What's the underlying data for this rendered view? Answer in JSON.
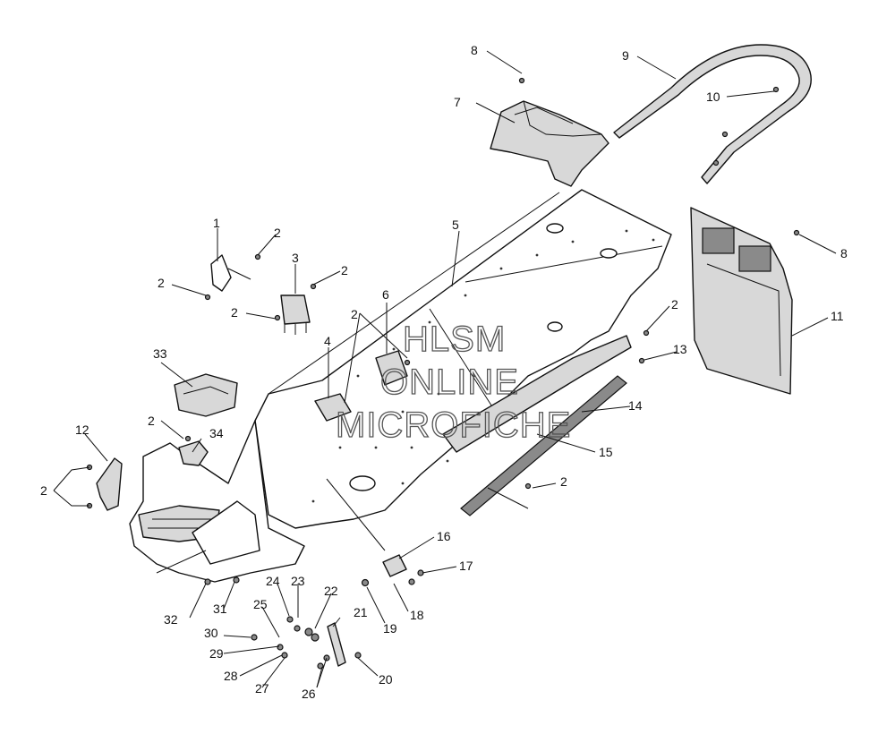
{
  "watermark": {
    "line1": "HLSM",
    "line2": "ONLINE",
    "line3": "MICROFICHE"
  },
  "callouts": {
    "c1": "1",
    "c2a": "2",
    "c2b": "2",
    "c2c": "2",
    "c2d": "2",
    "c2e": "2",
    "c2f": "2",
    "c2g": "2",
    "c2h": "2",
    "c2i": "2",
    "c3": "3",
    "c4": "4",
    "c5": "5",
    "c6": "6",
    "c7": "7",
    "c8a": "8",
    "c8b": "8",
    "c9": "9",
    "c10": "10",
    "c11": "11",
    "c12": "12",
    "c13": "13",
    "c14": "14",
    "c15": "15",
    "c16": "16",
    "c17": "17",
    "c18": "18",
    "c19": "19",
    "c20": "20",
    "c21": "21",
    "c22": "22",
    "c23": "23",
    "c24": "24",
    "c25": "25",
    "c26": "26",
    "c27": "27",
    "c28": "28",
    "c29": "29",
    "c30": "30",
    "c31": "31",
    "c32": "32",
    "c33": "33",
    "c34": "34"
  }
}
